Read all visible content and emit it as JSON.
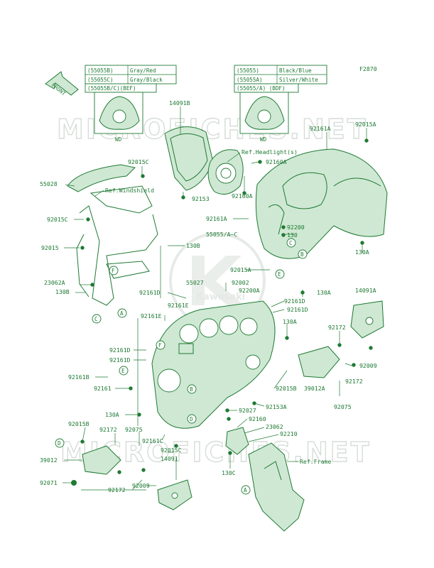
{
  "figure_code": "F2870",
  "watermarks": [
    "MICROFICHES.NET",
    "MICROFICHES.NET"
  ],
  "logo_text": "Kawasaki",
  "front_label": "FRONT",
  "legend_left": {
    "rows": [
      [
        "(55055B)",
        "Gray/Red"
      ],
      [
        "(55055C)",
        "Gray/Black"
      ]
    ],
    "variant": "(55055B/C)(BEF)",
    "caption": "WD"
  },
  "legend_right": {
    "rows": [
      [
        "(55055)",
        "Black/Blue"
      ],
      [
        "(55055A)",
        "Silver/White"
      ]
    ],
    "variant": "(55055/A) (BDF)",
    "caption": "WD"
  },
  "part_labels": {
    "l14091B": "14091B",
    "l92161A": "92161A",
    "l92015A": "92015A",
    "lRefHeadlight": "Ref.Headlight(s)",
    "l92160A": "92160A",
    "l92015C_a": "92015C",
    "l55028": "55028",
    "lRefWindshield": "Ref.Windshield",
    "l92153_a": "92153",
    "l92160A_b": "92160A",
    "l92161A_b": "92161A",
    "l92200": "92200",
    "l130_a": "130",
    "l55055AC": "55055/A~C",
    "l92015C_b": "92015C",
    "l92015": "92015",
    "l130B_a": "130B",
    "l92015A_b": "92015A",
    "l130A_a": "130A",
    "l23062A": "23062A",
    "l55027": "55027",
    "l92002": "92002",
    "l92200A": "92200A",
    "l130B_b": "130B",
    "l92161D_a": "92161D",
    "l130A_b": "130A",
    "l14091A": "14091A",
    "l92161E_a": "92161E",
    "l92161D_b": "92161D",
    "l92161D_c": "92161D",
    "l92161E_b": "92161E",
    "l130A_c": "130A",
    "l92172_a": "92172",
    "l92161D_d": "92161D",
    "l92161D_e": "92161D",
    "l92009_a": "92009",
    "l92161B": "92161B",
    "l92015B_a": "92015B",
    "l39012A": "39012A",
    "l92172_b": "92172",
    "l92161": "92161",
    "l92075_a": "92075",
    "l92153A": "92153A",
    "l130A_d": "130A",
    "l92027": "92027",
    "l92160": "92160",
    "l92015B_b": "92015B",
    "l92172_c": "92172",
    "l92075_b": "92075",
    "l23062": "23062",
    "l92210": "92210",
    "l92161C": "92161C",
    "l92015C_c": "92015C",
    "l39012": "39012",
    "l14091": "14091",
    "l130C": "130C",
    "lRefFrame": "Ref.Frame",
    "l92071": "92071",
    "l92172_d": "92172",
    "l92009_b": "92009"
  },
  "callouts": {
    "cA1": "A",
    "cA2": "A",
    "cB1": "B",
    "cB2": "B",
    "cC1": "C",
    "cC2": "C",
    "cD1": "D",
    "cD2": "D",
    "cE1": "E",
    "cE2": "E",
    "cF1": "F",
    "cF2": "F"
  }
}
